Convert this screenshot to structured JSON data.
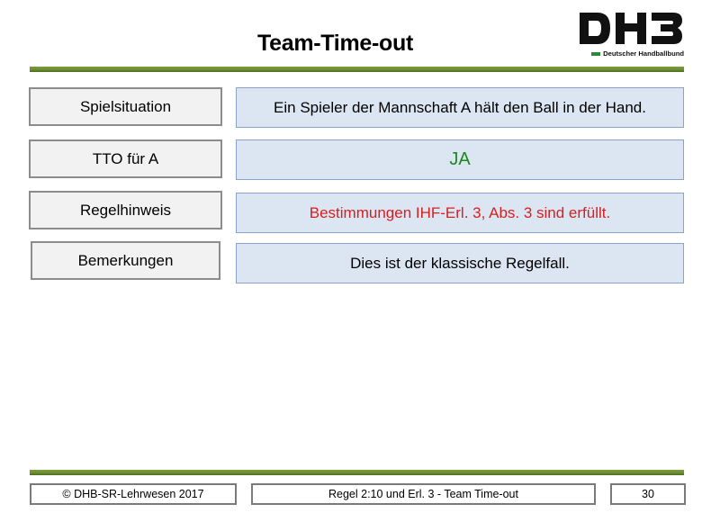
{
  "slide": {
    "title": "Team-Time-out",
    "logo": {
      "mark": "DHB",
      "subtitle": "Deutscher Handballbund",
      "icon": "dhb-logo-icon",
      "accent_color": "#2e8a3a"
    },
    "rows": [
      {
        "label": "Spielsituation",
        "value": "Ein Spieler der Mannschaft  A hält den Ball in der Hand.",
        "value_color": "#000000"
      },
      {
        "label": "TTO für A",
        "value": "JA",
        "value_color": "#1a8a1a"
      },
      {
        "label": "Regelhinweis",
        "value": "Bestimmungen IHF-Erl. 3, Abs. 3  sind erfüllt.",
        "value_color": "#d42020"
      },
      {
        "label": "Bemerkungen",
        "value": "Dies ist der klassische Regelfall.",
        "value_color": "#000000"
      }
    ],
    "footer": {
      "copyright": "© DHB-SR-Lehrwesen 2017",
      "topic": "Regel 2:10 und Erl. 3 - Team Time-out",
      "page": "30"
    },
    "rule_color": "#6d8f34"
  }
}
